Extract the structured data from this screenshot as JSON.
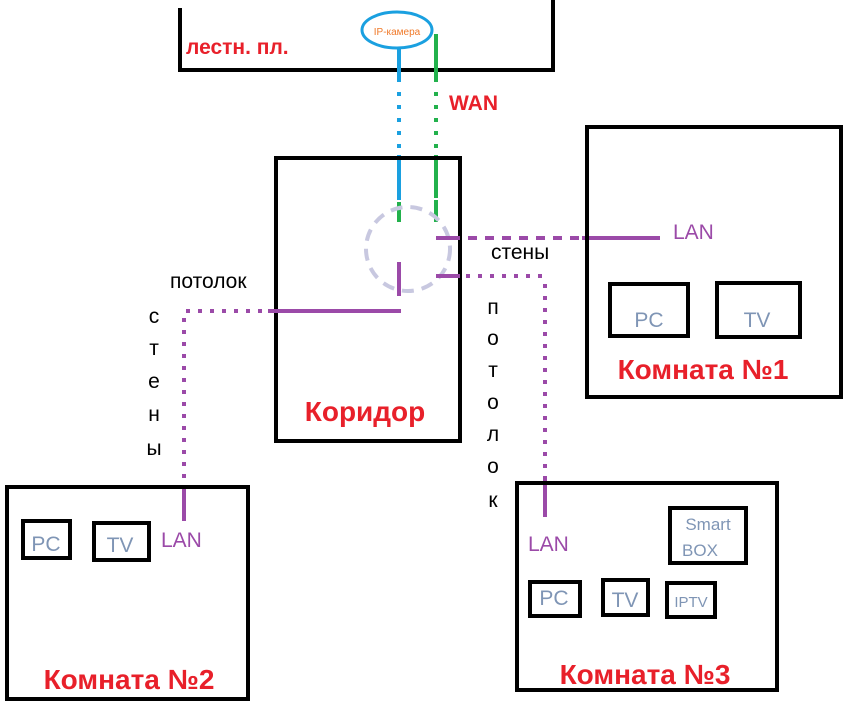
{
  "colors": {
    "box_stroke": "#000000",
    "title_red": "#e8202a",
    "device_text": "#7f95b5",
    "lan_purple": "#9b4aa8",
    "annotation_dark_red": "#7a1010",
    "wan_green": "#22b14c",
    "ip_blue": "#1aa0e0",
    "ip_text_orange": "#f07a2a",
    "junction_dash": "#c8c8e0"
  },
  "stairwell": {
    "label": "лестн. пл."
  },
  "ip_camera": {
    "label": "IP-камера"
  },
  "wan": {
    "label": "WAN"
  },
  "corridor": {
    "title": "Коридор",
    "ceiling_label": "потолок",
    "walls_label": "стены",
    "ceiling_vertical_letters": [
      "п",
      "о",
      "т",
      "о",
      "л",
      "о",
      "к"
    ],
    "walls_vertical_letters": [
      "с",
      "т",
      "е",
      "н",
      "ы"
    ]
  },
  "rooms": {
    "room1": {
      "title": "Комната №1",
      "lan": "LAN",
      "devices": [
        "PC",
        "TV"
      ]
    },
    "room2": {
      "title": "Комната №2",
      "lan": "LAN",
      "devices": [
        "PC",
        "TV"
      ]
    },
    "room3": {
      "title": "Комната №3",
      "lan": "LAN",
      "devices": [
        "PC",
        "TV",
        "IPTV"
      ],
      "smartbox_line1": "Smart",
      "smartbox_line2": "BOX"
    }
  }
}
